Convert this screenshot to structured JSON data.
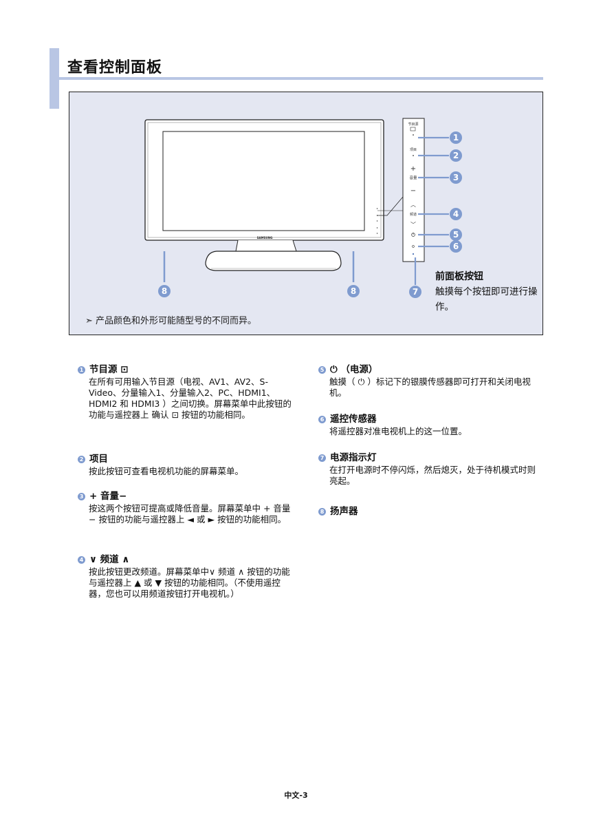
{
  "header": {
    "title": "查看控制面板"
  },
  "figure": {
    "brand": "SAMSUNG",
    "note": "➣ 产品颜色和外形可能随型号的不同而异。",
    "panel_labels": {
      "source": "节目源",
      "menu": "项目",
      "vol_plus": "+",
      "volume": "音量",
      "vol_minus": "−",
      "ch_up": "︿",
      "channel": "频道",
      "ch_down": "﹀"
    },
    "callouts": [
      "1",
      "2",
      "3",
      "4",
      "5",
      "6",
      "7",
      "8"
    ],
    "front_panel": {
      "title": "前面板按钮",
      "desc": "触摸每个按钮即可进行操作。"
    }
  },
  "items": [
    {
      "num": "1",
      "head": "节目源 ⊡",
      "body": "在所有可用输入节目源（电视、AV1、AV2、S-Video、分量输入1、分量输入2、PC、HDMI1、HDMI2 和 HDMI3 ）之间切换。屏幕菜单中此按钮的功能与遥控器上 确认 ⊡ 按钮的功能相同。"
    },
    {
      "num": "2",
      "head": "项目",
      "body": "按此按钮可查看电视机功能的屏幕菜单。"
    },
    {
      "num": "3",
      "head": "+ 音量−",
      "body": "按这两个按钮可提高或降低音量。屏幕菜单中 + 音量 − 按钮的功能与遥控器上 ◄ 或 ► 按钮的功能相同。"
    },
    {
      "num": "4",
      "head": "∨ 频道 ∧",
      "body": "按此按钮更改频道。屏幕菜单中∨ 频道 ∧ 按钮的功能与遥控器上 ▲ 或 ▼ 按钮的功能相同。（不使用遥控器，您也可以用频道按钮打开电视机。）"
    },
    {
      "num": "5",
      "head": "⏻ （电源）",
      "body": "触摸（ ⏻ ）标记下的银膜传感器即可打开和关闭电视机。"
    },
    {
      "num": "6",
      "head": "遥控传感器",
      "body": "将遥控器对准电视机上的这一位置。"
    },
    {
      "num": "7",
      "head": "电源指示灯",
      "body": "在打开电源时不停闪烁，然后熄灭，处于待机模式时则亮起。"
    },
    {
      "num": "8",
      "head": "扬声器",
      "body": ""
    }
  ],
  "footer": {
    "page": "中文-3"
  },
  "colors": {
    "accent": "#b9c6e4",
    "callout": "#7f9bcf",
    "figure_bg": "#e4e7f2"
  }
}
